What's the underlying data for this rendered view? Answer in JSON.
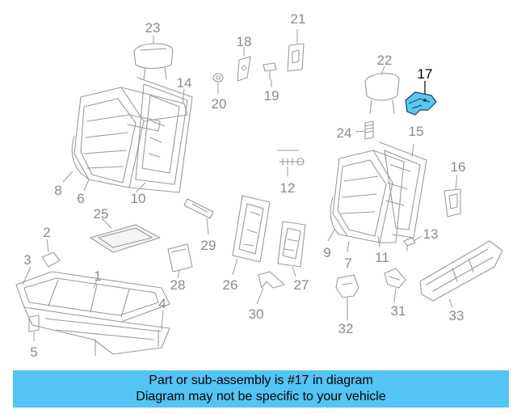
{
  "diagram": {
    "highlighted_part": "17",
    "highlight_color": "#5bc8f0",
    "part_labels": {
      "p1": "1",
      "p2": "2",
      "p3": "3",
      "p4": "4",
      "p5": "5",
      "p6": "6",
      "p7": "7",
      "p8": "8",
      "p9": "9",
      "p10": "10",
      "p11": "11",
      "p12": "12",
      "p13": "13",
      "p14": "14",
      "p15": "15",
      "p16": "16",
      "p17": "17",
      "p18": "18",
      "p19": "19",
      "p20": "20",
      "p21": "21",
      "p22": "22",
      "p23": "23",
      "p24": "24",
      "p25": "25",
      "p26": "26",
      "p27": "27",
      "p28": "28",
      "p29": "29",
      "p30": "30",
      "p31": "31",
      "p32": "32",
      "p33": "33"
    }
  },
  "banner": {
    "line1": "Part or sub-assembly is #17 in diagram",
    "line2": "Diagram may not be specific to your vehicle",
    "color": "#53c4f4"
  }
}
